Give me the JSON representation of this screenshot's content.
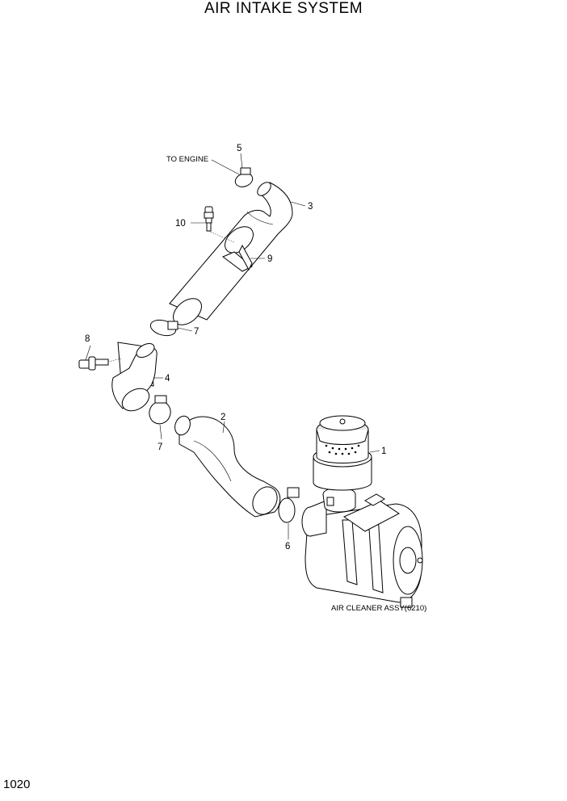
{
  "title": "AIR INTAKE SYSTEM",
  "page_number": "1020",
  "notes": {
    "to_engine": "TO ENGINE",
    "air_cleaner": "AIR CLEANER ASSY(6210)"
  },
  "callouts": {
    "c1": "1",
    "c2": "2",
    "c3": "3",
    "c4": "4",
    "c5": "5",
    "c6": "6",
    "c7a": "7",
    "c7b": "7",
    "c8": "8",
    "c9": "9",
    "c10": "10"
  }
}
